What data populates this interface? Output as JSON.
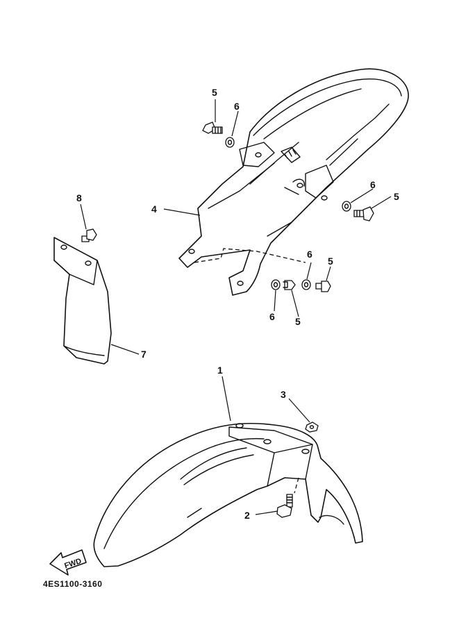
{
  "callouts": {
    "c1": "1",
    "c2": "2",
    "c3": "3",
    "c4": "4",
    "c5a": "5",
    "c5b": "5",
    "c5c": "5",
    "c5d": "5",
    "c6a": "6",
    "c6b": "6",
    "c6c": "6",
    "c6d": "6",
    "c7": "7",
    "c8": "8"
  },
  "fwd_label": "FWD",
  "diagram_code": "4ES1100-3160",
  "icons": [
    "fwd-arrow-icon"
  ]
}
